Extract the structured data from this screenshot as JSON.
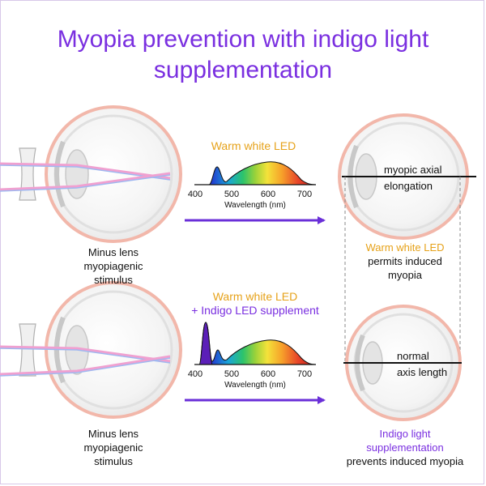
{
  "title": {
    "line1": "Myopia prevention with indigo light",
    "line2": "supplementation"
  },
  "top_row": {
    "stimulus": [
      "Minus lens",
      "myopiagenic",
      "stimulus"
    ],
    "spectrum_title": "Warm white LED",
    "axis_ticks": [
      "400",
      "500",
      "600",
      "700"
    ],
    "axis_label": "Wavelength (nm)",
    "eye_label": [
      "myopic axial",
      "elongation"
    ],
    "result_colored": "Warm white LED",
    "result_plain": [
      "permits induced",
      "myopia"
    ]
  },
  "bottom_row": {
    "stimulus": [
      "Minus lens",
      "myopiagenic",
      "stimulus"
    ],
    "spectrum_title_1": "Warm white LED",
    "spectrum_title_2": "+ Indigo LED supplement",
    "axis_ticks": [
      "400",
      "500",
      "600",
      "700"
    ],
    "axis_label": "Wavelength (nm)",
    "eye_label": [
      "normal",
      "axis length"
    ],
    "result_colored": [
      "Indigo light",
      "supplementation"
    ],
    "result_plain": "prevents induced myopia"
  },
  "colors": {
    "title": "#7a2fe0",
    "warm_white": "#e6a21a",
    "indigo": "#7a2fe0",
    "eye_outline": "#f2b7aa",
    "arrow": "#6a2fd8"
  }
}
